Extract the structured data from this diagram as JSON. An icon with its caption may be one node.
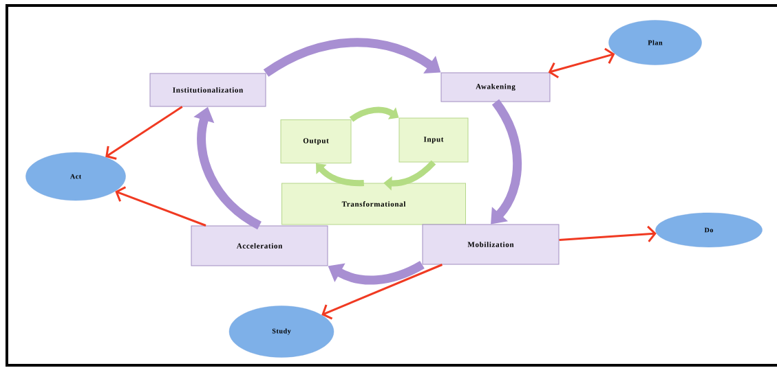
{
  "diagram": {
    "nodes": [
      {
        "text": [
          "Plan"
        ]
      },
      {
        "text": [
          "Institutionalization"
        ]
      },
      {
        "text": [
          "Awakening"
        ]
      },
      {
        "text": [
          "Output"
        ]
      },
      {
        "text": [
          "Input"
        ]
      },
      {
        "text": [
          "Act"
        ]
      },
      {
        "text": [
          "Transformational"
        ]
      },
      {
        "text": [
          "Acceleration"
        ]
      },
      {
        "text": [
          "Mobilization"
        ]
      },
      {
        "text": [
          "Do"
        ]
      },
      {
        "text": [
          "Study"
        ]
      }
    ],
    "edges": [
      {
        "from": 1,
        "to": 2,
        "arrow": "to",
        "color": "#a88fd2"
      },
      {
        "from": 2,
        "to": 8,
        "arrow": "to",
        "color": "#a88fd2"
      },
      {
        "from": 8,
        "to": 7,
        "arrow": "to",
        "color": "#a88fd2"
      },
      {
        "from": 7,
        "to": 1,
        "arrow": "to",
        "color": "#a88fd2"
      },
      {
        "from": 3,
        "to": 4,
        "arrow": "to",
        "color": "#b4dc84"
      },
      {
        "from": 4,
        "to": 6,
        "arrow": "to",
        "color": "#b4dc84"
      },
      {
        "from": 6,
        "to": 3,
        "arrow": "to",
        "color": "#b4dc84"
      },
      {
        "from": 2,
        "to": 0,
        "arrow": "both"
      },
      {
        "from": 1,
        "to": 5,
        "arrow": "to"
      },
      {
        "from": 7,
        "to": 5,
        "arrow": "to"
      },
      {
        "from": 8,
        "to": 9,
        "arrow": "to"
      },
      {
        "from": 8,
        "to": 10,
        "arrow": "to"
      }
    ]
  }
}
